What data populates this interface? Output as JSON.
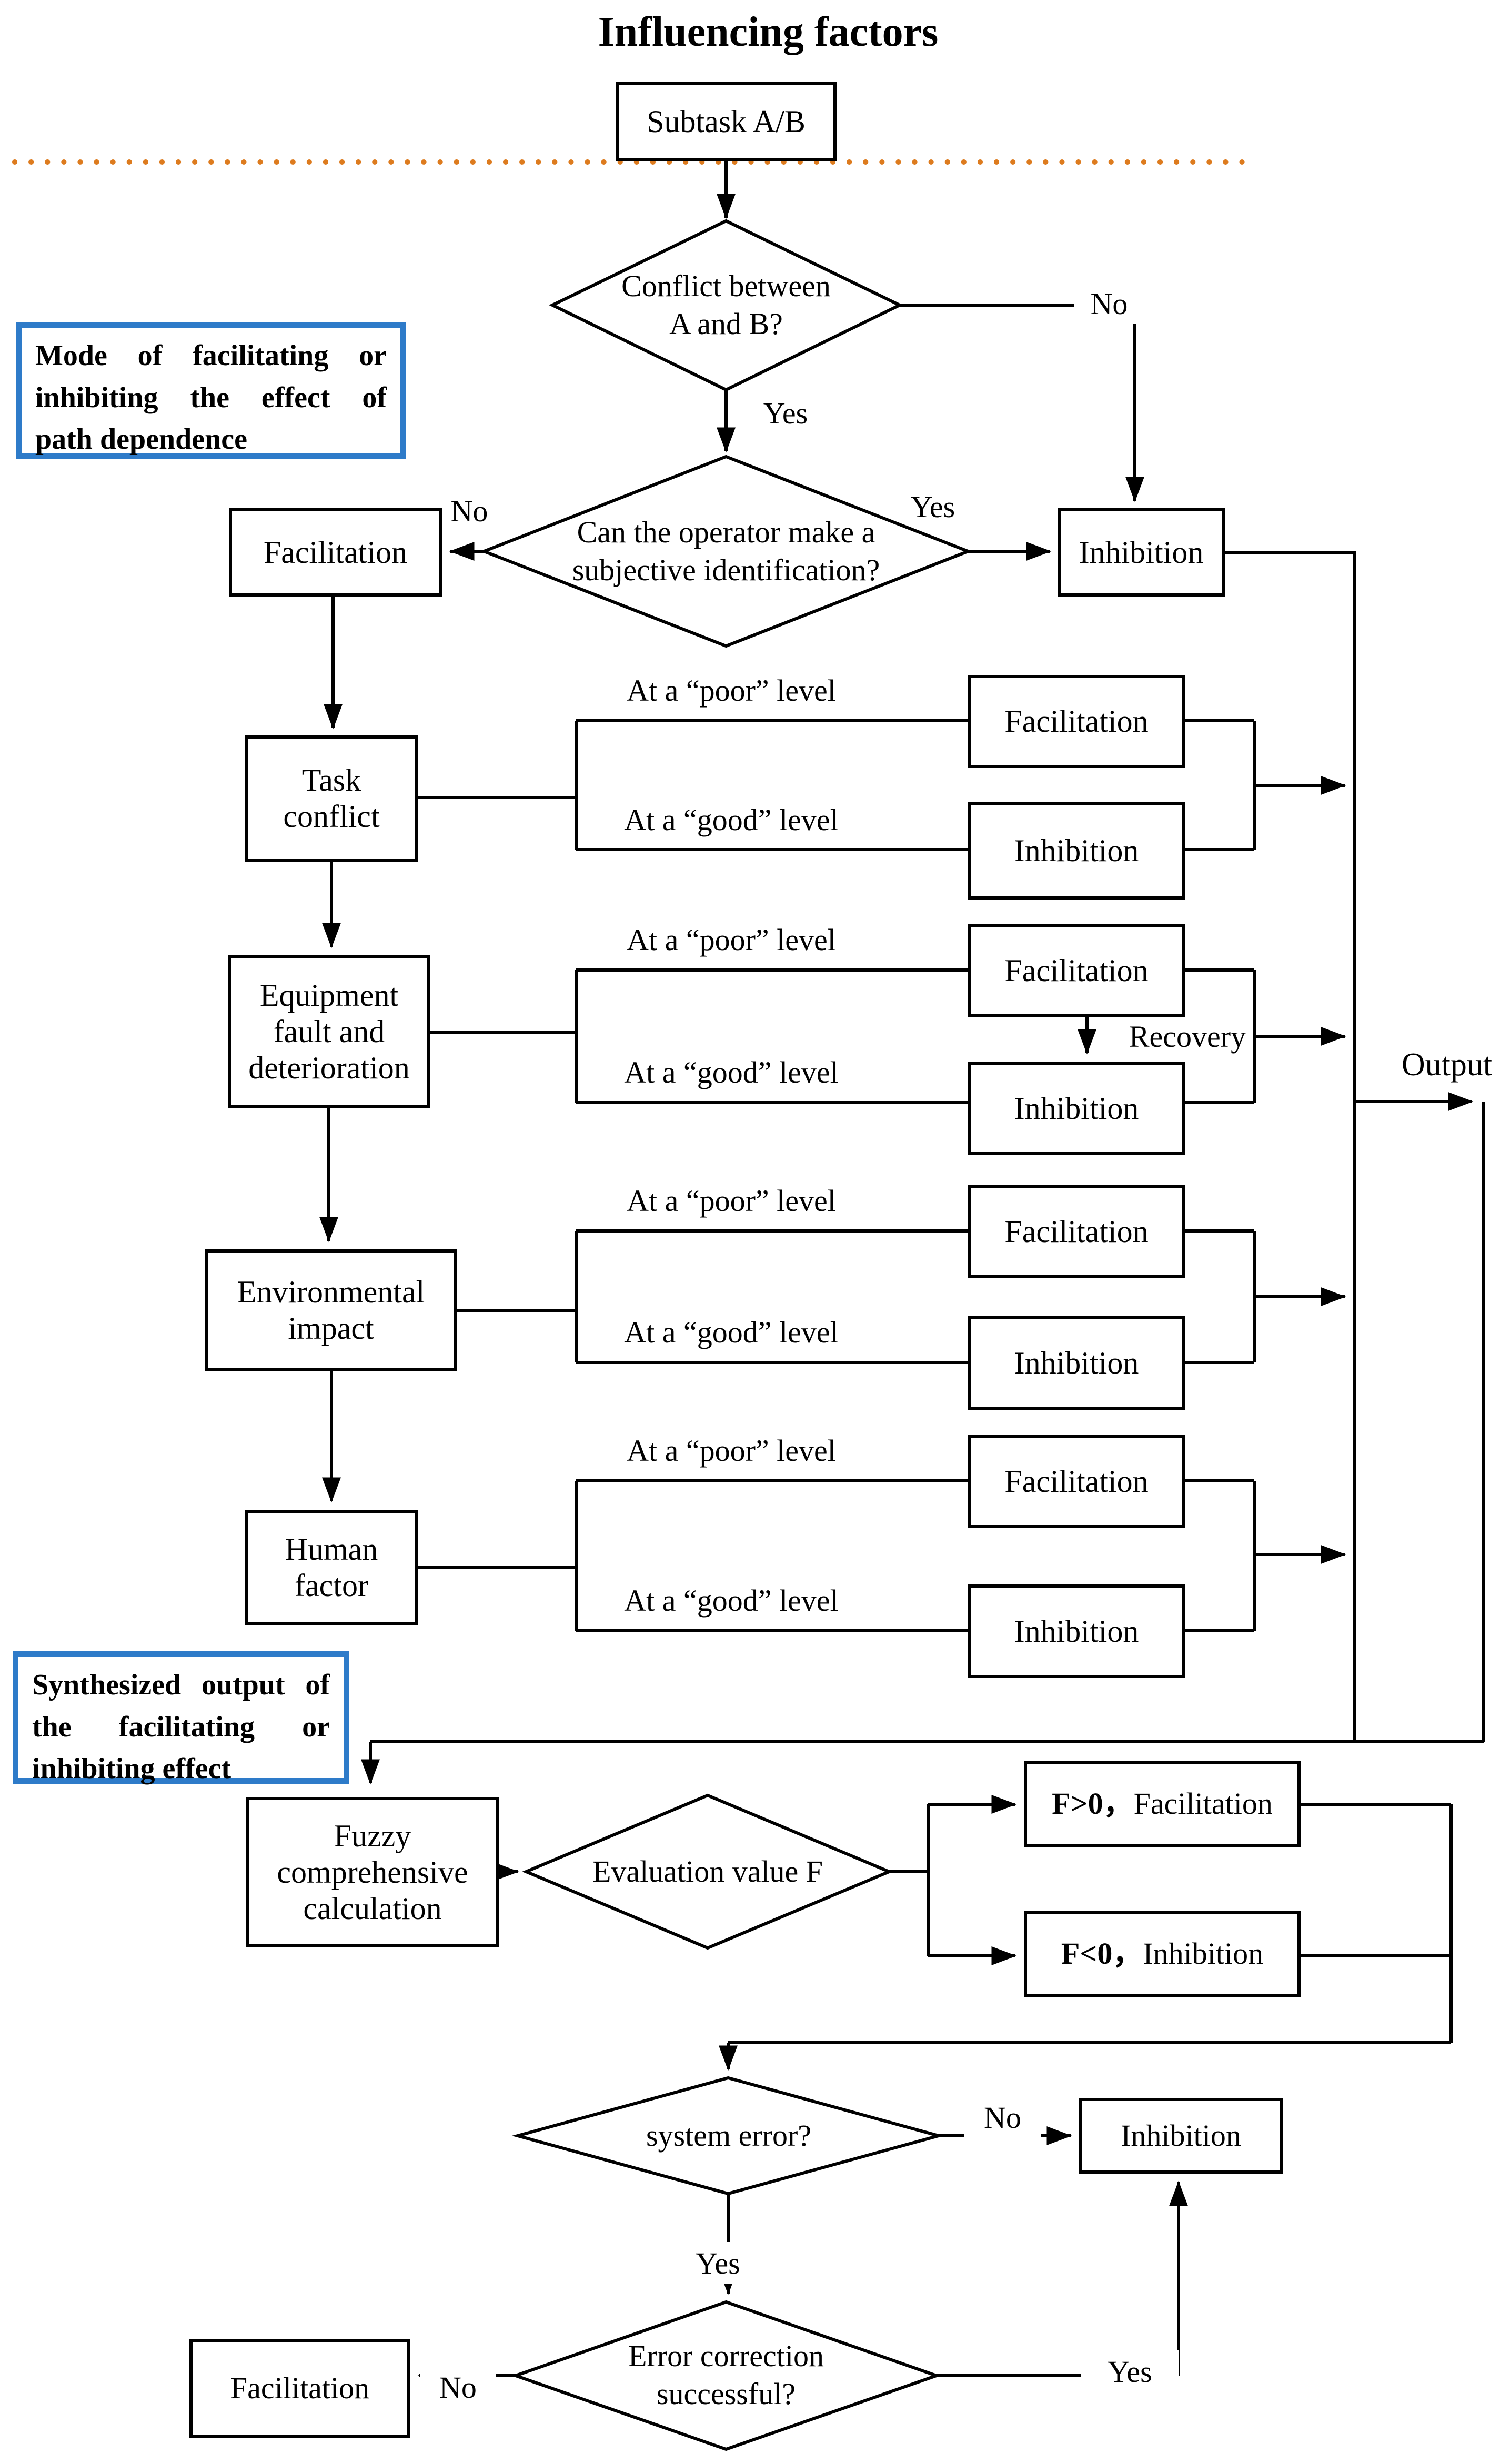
{
  "title": "Influencing factors",
  "colors": {
    "box_blue": "#2E7BC9",
    "dotted_orange": "#DD7B1E"
  },
  "labels": {
    "yes": "Yes",
    "no": "No",
    "poor_level": "At a “poor” level",
    "good_level": "At a “good” level",
    "facilitation": "Facilitation",
    "inhibition": "Inhibition",
    "recovery": "Recovery",
    "output": "Output"
  },
  "nodes": {
    "subtask": "Subtask A/B",
    "conflict_question": [
      "Conflict between",
      "A and B?"
    ],
    "operator_question": [
      "Can the operator make a",
      "subjective identification?"
    ],
    "task_conflict": [
      "Task",
      "conflict"
    ],
    "equipment_fault": [
      "Equipment",
      "fault and",
      "deterioration"
    ],
    "environmental_impact": [
      "Environmental",
      "impact"
    ],
    "human_factor": [
      "Human",
      "factor"
    ],
    "mode_note": [
      "Mode of facilitating or",
      "inhibiting the effect of",
      "path dependence"
    ],
    "synthesized_note": [
      "Synthesized output of",
      "the facilitating or",
      "inhibiting effect"
    ],
    "fuzzy_calc": [
      "Fuzzy",
      "comprehensive",
      "calculation"
    ],
    "evaluation_value": "Evaluation value F",
    "f_positive": {
      "condition": "F>0，",
      "result": "Facilitation"
    },
    "f_negative": {
      "condition": "F<0，",
      "result": "Inhibition"
    },
    "system_error": "system error?",
    "error_correction": [
      "Error correction",
      "successful?"
    ]
  }
}
